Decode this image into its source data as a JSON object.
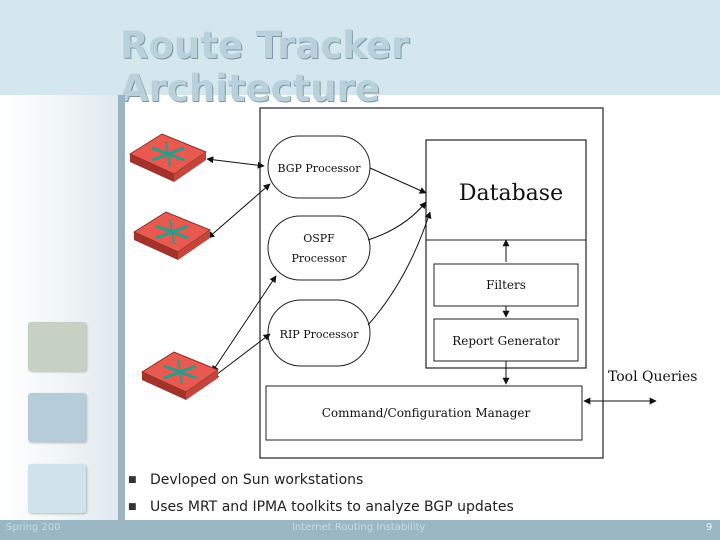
{
  "slide": {
    "title": "Route Tracker Architecture",
    "bullets": [
      "Devloped on Sun workstations",
      "Uses MRT and IPMA toolkits to analyze BGP updates"
    ],
    "footer_left": "Spring 200",
    "footer_center": "Internet Routing Instability",
    "page_number": "9"
  },
  "diagram": {
    "processors": {
      "bgp": "BGP Processor",
      "ospf_line1": "OSPF",
      "ospf_line2": "Processor",
      "rip": "RIP Processor"
    },
    "database": "Database",
    "filters": "Filters",
    "report_generator": "Report Generator",
    "command_manager": "Command/Configuration Manager",
    "tool_queries": "Tool Queries",
    "icons": [
      "router-icon",
      "router-icon",
      "router-icon"
    ],
    "colors": {
      "router": "#e85a4f",
      "router_dark": "#a3322b",
      "router_mark": "#2d9a8a"
    }
  }
}
